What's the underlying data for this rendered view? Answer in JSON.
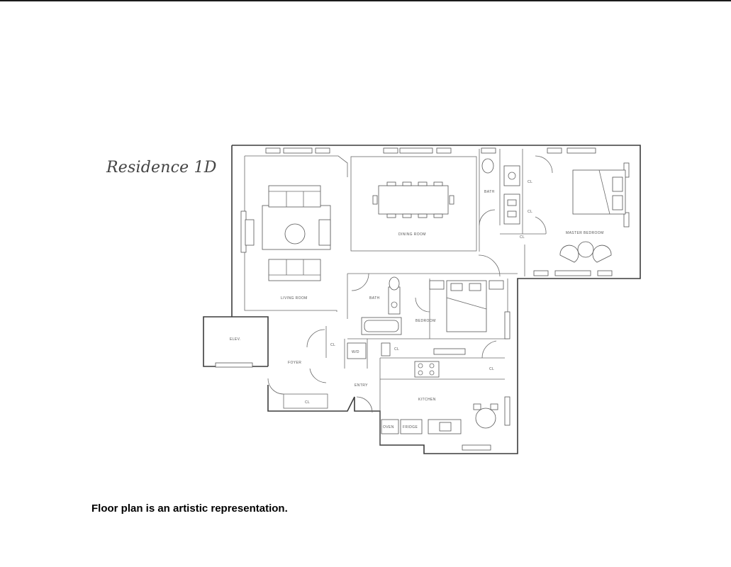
{
  "title": "Residence 1D",
  "caption": "Floor plan is an artistic representation.",
  "rooms": {
    "living_room": "LIVING ROOM",
    "dining_room": "DINING ROOM",
    "master_bedroom": "MASTER BEDROOM",
    "bedroom": "BEDROOM",
    "kitchen": "KITCHEN",
    "bath_1": "BATH",
    "bath_2": "BATH",
    "foyer": "FOYER",
    "entry": "ENTRY",
    "wd": "W/D",
    "oven": "OVEN",
    "fridge": "FRIDGE",
    "closet": "CL",
    "elevator": "ELEV."
  }
}
